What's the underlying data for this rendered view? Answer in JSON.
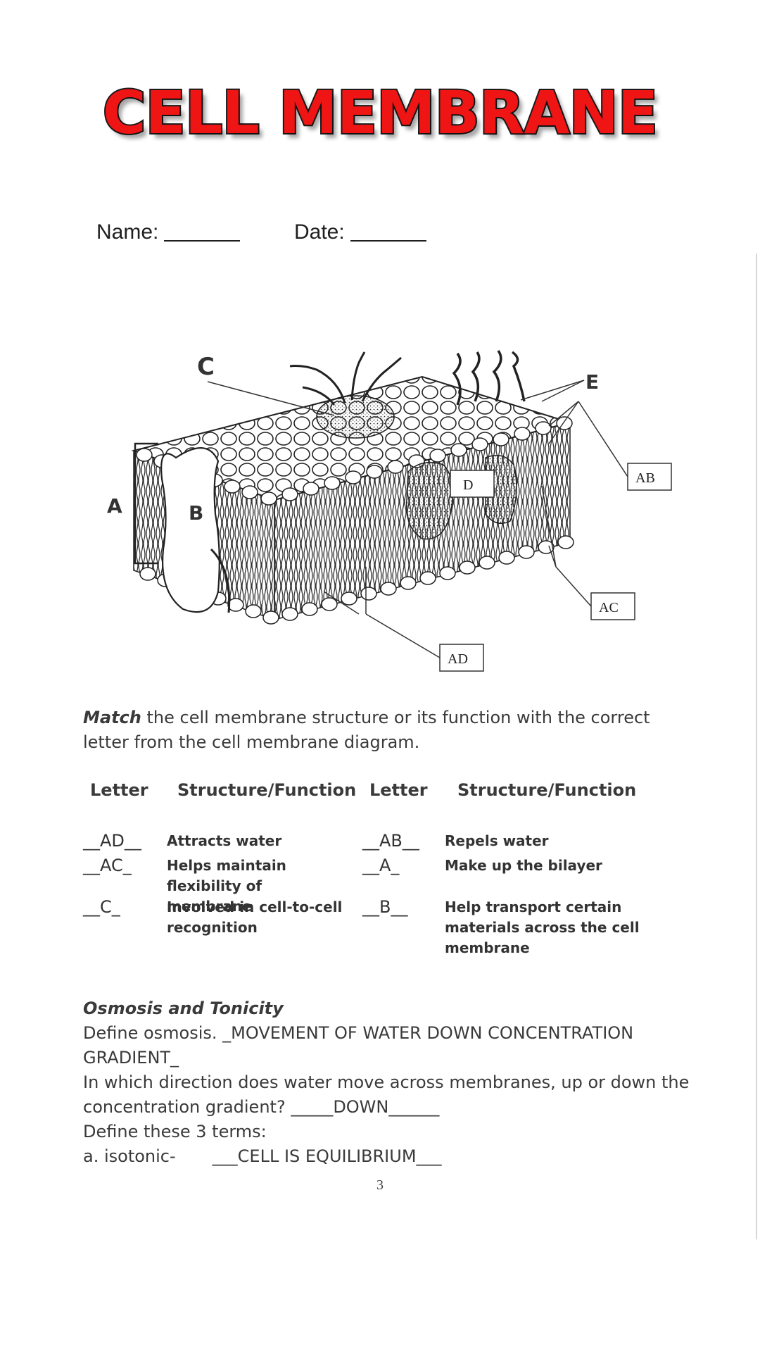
{
  "title": "CELL MEMBRANE",
  "header": {
    "name_label": "Name:",
    "date_label": "Date:"
  },
  "diagram": {
    "labels": {
      "a": "A",
      "b": "B",
      "c": "C",
      "d": "D",
      "e": "E",
      "ab": "AB",
      "ac": "AC",
      "ad": "AD"
    }
  },
  "instructions": {
    "emphasis": "Match",
    "text": " the cell membrane structure or its function with the correct letter from the cell membrane diagram."
  },
  "table": {
    "headers": [
      "Letter",
      "Structure/Function",
      "Letter",
      "Structure/Function"
    ],
    "left": [
      {
        "answer": "__AD__",
        "text": "Attracts water"
      },
      {
        "answer": "__AC_",
        "text": "Helps maintain flexibility of membrane"
      },
      {
        "answer": "__C_",
        "text": "Involved in cell-to-cell recognition"
      }
    ],
    "right": [
      {
        "answer": "__AB__",
        "text": "Repels water"
      },
      {
        "answer": "__A_",
        "text": "Make up the bilayer"
      },
      {
        "answer": "__B__",
        "text": "Help transport certain materials across the cell membrane"
      }
    ]
  },
  "osmosis": {
    "heading": "Osmosis and Tonicity",
    "q1": "Define osmosis. _MOVEMENT OF WATER DOWN CONCENTRATION GRADIENT_",
    "q2": "In which direction does water move across membranes, up or down the concentration gradient? _____DOWN______",
    "q3": "Define these 3 terms:",
    "q4_label": "a. isotonic-",
    "q4_answer": "___CELL IS EQUILIBRIUM___"
  },
  "page_number": "3"
}
